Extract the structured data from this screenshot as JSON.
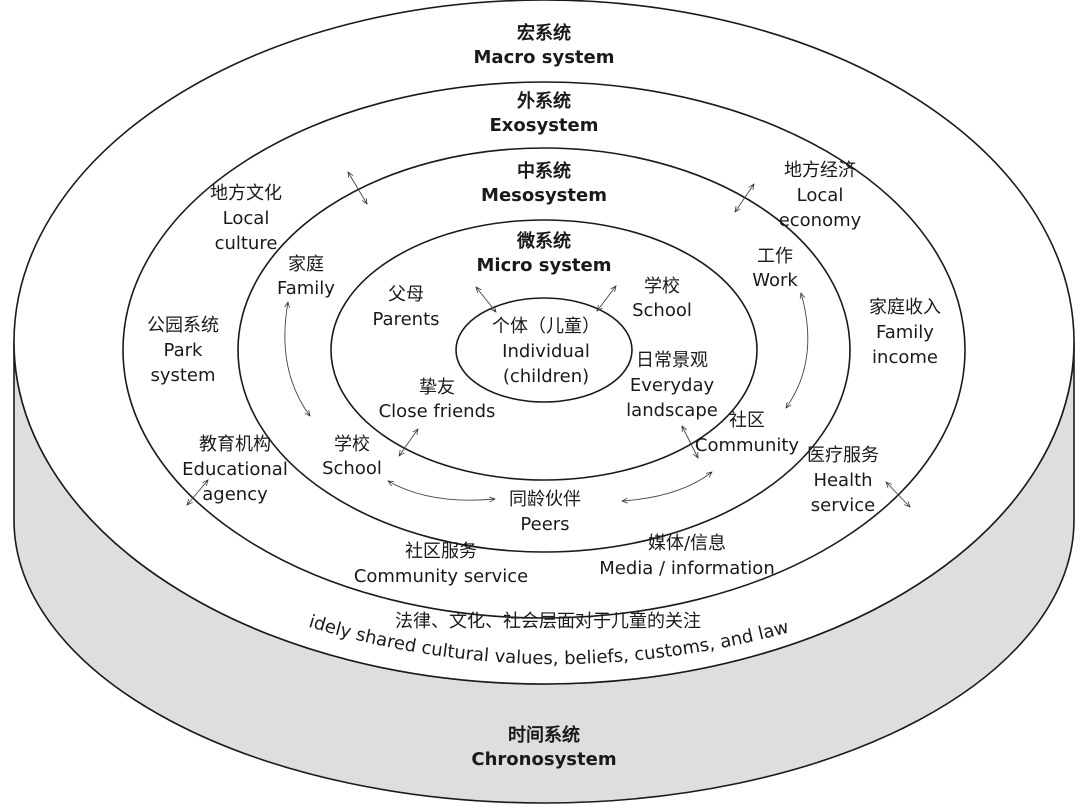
{
  "layers": {
    "macro": {
      "zh": "宏系统",
      "en": "Macro system"
    },
    "exo": {
      "zh": "外系统",
      "en": "Exosystem"
    },
    "meso": {
      "zh": "中系统",
      "en": "Mesosystem"
    },
    "micro": {
      "zh": "微系统",
      "en": "Micro system"
    },
    "chrono": {
      "zh": "时间系统",
      "en": "Chronosystem"
    }
  },
  "center": {
    "zh": "个体（儿童）",
    "en1": "Individual",
    "en2": "(children)"
  },
  "micro_items": {
    "parents": {
      "zh": "父母",
      "en": "Parents"
    },
    "school": {
      "zh": "学校",
      "en": "School"
    },
    "friends": {
      "zh": "挚友",
      "en": "Close friends"
    },
    "landscape": {
      "zh": "日常景观",
      "en1": "Everyday",
      "en2": "landscape"
    }
  },
  "meso_items": {
    "family": {
      "zh": "家庭",
      "en": "Family"
    },
    "work": {
      "zh": "工作",
      "en": "Work"
    },
    "school": {
      "zh": "学校",
      "en": "School"
    },
    "community": {
      "zh": "社区",
      "en": "Community"
    },
    "peers": {
      "zh": "同龄伙伴",
      "en": "Peers"
    }
  },
  "exo_items": {
    "culture": {
      "zh": "地方文化",
      "en1": "Local",
      "en2": "culture"
    },
    "economy": {
      "zh": "地方经济",
      "en1": "Local",
      "en2": "economy"
    },
    "park": {
      "zh": "公园系统",
      "en1": "Park",
      "en2": "system"
    },
    "income": {
      "zh": "家庭收入",
      "en1": "Family",
      "en2": "income"
    },
    "education": {
      "zh": "教育机构",
      "en1": "Educational",
      "en2": "agency"
    },
    "health": {
      "zh": "医疗服务",
      "en1": "Health",
      "en2": "service"
    },
    "community_service": {
      "zh": "社区服务",
      "en": "Community service"
    },
    "media": {
      "zh": "媒体/信息",
      "en": "Media / information"
    }
  },
  "macro_text": {
    "zh": "法律、文化、社会层面对于儿童的关注",
    "en": "Widely shared cultural values, beliefs, customs, and laws"
  }
}
